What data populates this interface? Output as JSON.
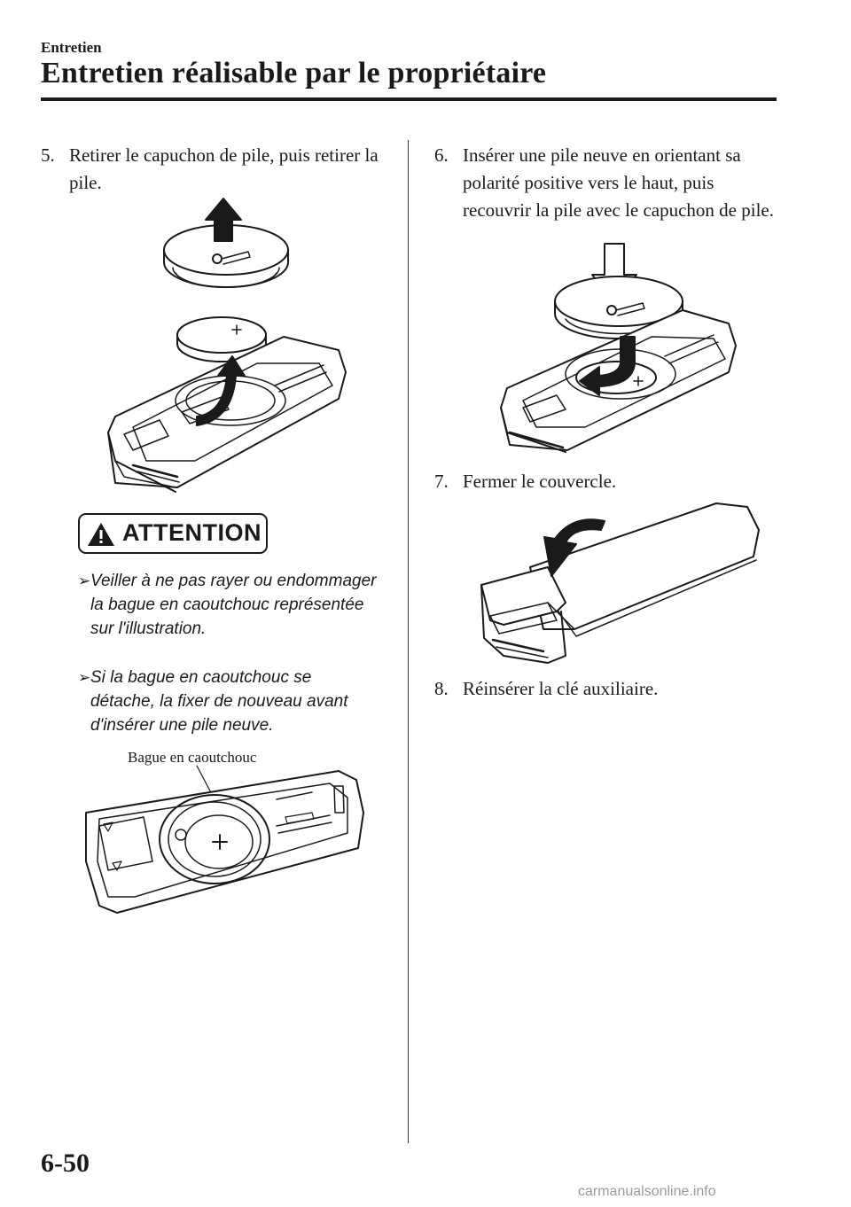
{
  "header": {
    "section": "Entretien",
    "title": "Entretien réalisable par le propriétaire"
  },
  "left_column": {
    "step5": {
      "number": "5.",
      "text": "Retirer le capuchon de pile, puis retirer la pile."
    },
    "attention": {
      "label": "ATTENTION",
      "bullets": [
        "Veiller à ne pas rayer ou endommager la bague en caoutchouc représentée sur l'illustration.",
        "Si la bague en caoutchouc se détache, la fixer de nouveau avant d'insérer une pile neuve."
      ]
    },
    "callout": "Bague en caoutchouc"
  },
  "right_column": {
    "step6": {
      "number": "6.",
      "text": "Insérer une pile neuve en orientant sa polarité positive vers le haut, puis recouvrir la pile avec le capuchon de pile."
    },
    "step7": {
      "number": "7.",
      "text": "Fermer le couvercle."
    },
    "step8": {
      "number": "8.",
      "text": "Réinsérer la clé auxiliaire."
    }
  },
  "footer": {
    "page_number": "6-50",
    "watermark": "carmanualsonline.info"
  },
  "colors": {
    "ink": "#1a1a1a",
    "watermark": "#9a9a9a"
  },
  "icons": [
    "warning-triangle-icon",
    "bullet-arrow-icon",
    "up-arrow-icon",
    "down-arrow-icon",
    "curved-arrow-icon"
  ]
}
